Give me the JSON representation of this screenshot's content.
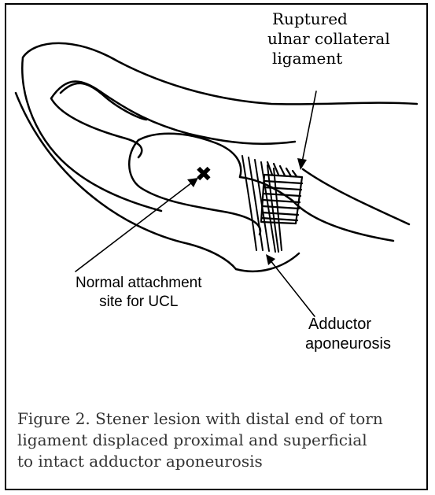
{
  "labels": {
    "ruptured_ucl": [
      "Ruptured",
      "ulnar collateral",
      "ligament"
    ],
    "normal_attachment": [
      "Normal attachment",
      "site for UCL"
    ],
    "adductor": [
      "Adductor",
      "aponeurosis"
    ]
  },
  "caption_lines": [
    "Figure 2. Stener lesion with distal end of torn",
    "ligament displaced proximal and superficial",
    "to intact adductor aponeurosis"
  ],
  "marker_symbol": "✖",
  "colors": {
    "line": "#000000",
    "caption": "#333333",
    "background": "#ffffff"
  }
}
